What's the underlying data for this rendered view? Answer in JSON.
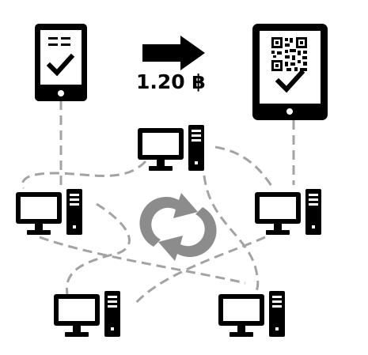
{
  "diagram": {
    "payment_amount": "1.20 ฿",
    "nodes": [
      {
        "name": "sender-phone",
        "kind": "phone"
      },
      {
        "name": "receiver-tablet",
        "kind": "tablet"
      },
      {
        "name": "computer-top",
        "kind": "computer"
      },
      {
        "name": "computer-left",
        "kind": "computer"
      },
      {
        "name": "computer-right",
        "kind": "computer"
      },
      {
        "name": "computer-bottom-left",
        "kind": "computer"
      },
      {
        "name": "computer-bottom-right",
        "kind": "computer"
      }
    ],
    "icons": [
      "transfer-arrow-icon",
      "sync-icon",
      "qr-code-icon",
      "checkmark-icon",
      "document-icon"
    ],
    "colors": {
      "ink": "#000000",
      "connector": "#a3a3a3",
      "sync": "#8c8c8c",
      "background": "#ffffff"
    }
  }
}
